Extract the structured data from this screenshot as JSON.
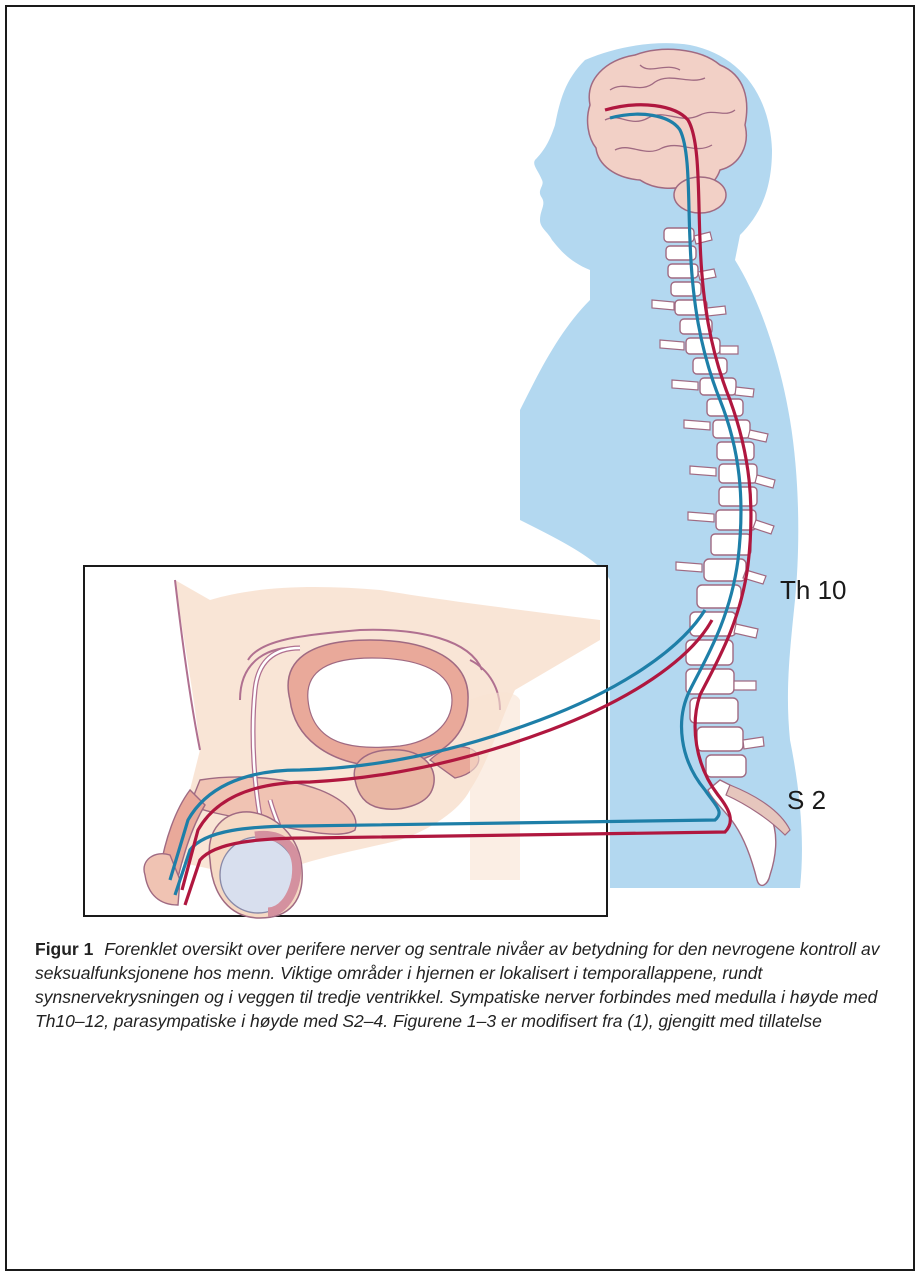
{
  "labels": {
    "level_upper": "Th 10",
    "level_lower": "S 2"
  },
  "caption": {
    "title": "Figur 1",
    "text": "Forenklet oversikt over perifere nerver og sentrale nivåer av betydning for den nevrogene kontroll av seksualfunksjonene hos menn. Viktige områder i hjernen er lokalisert i temporallap­pene, rundt synsnervekrysningen og i veggen til tredje ventrikkel. Sympatiske nerver forbindes med medulla i høyde med Th10–12, parasympatiske i høyde med S2–4. Figurene 1–3 er modifisert fra (1), gjengitt med tillatelse"
  },
  "colors": {
    "body_silhouette": "#b3d8f0",
    "brain": "#f2d0c6",
    "vertebra": "#ffffff",
    "vertebra_outline": "#a06a82",
    "nerve_sympathetic": "#1e7fa8",
    "nerve_parasympathetic": "#b0173f",
    "pelvic_tissue": "#f5d9c4",
    "organ_fill": "#e9a99a",
    "testis": "#d8dfee"
  },
  "icons": [
    "human-silhouette",
    "brain",
    "spine",
    "pelvic-inset"
  ]
}
